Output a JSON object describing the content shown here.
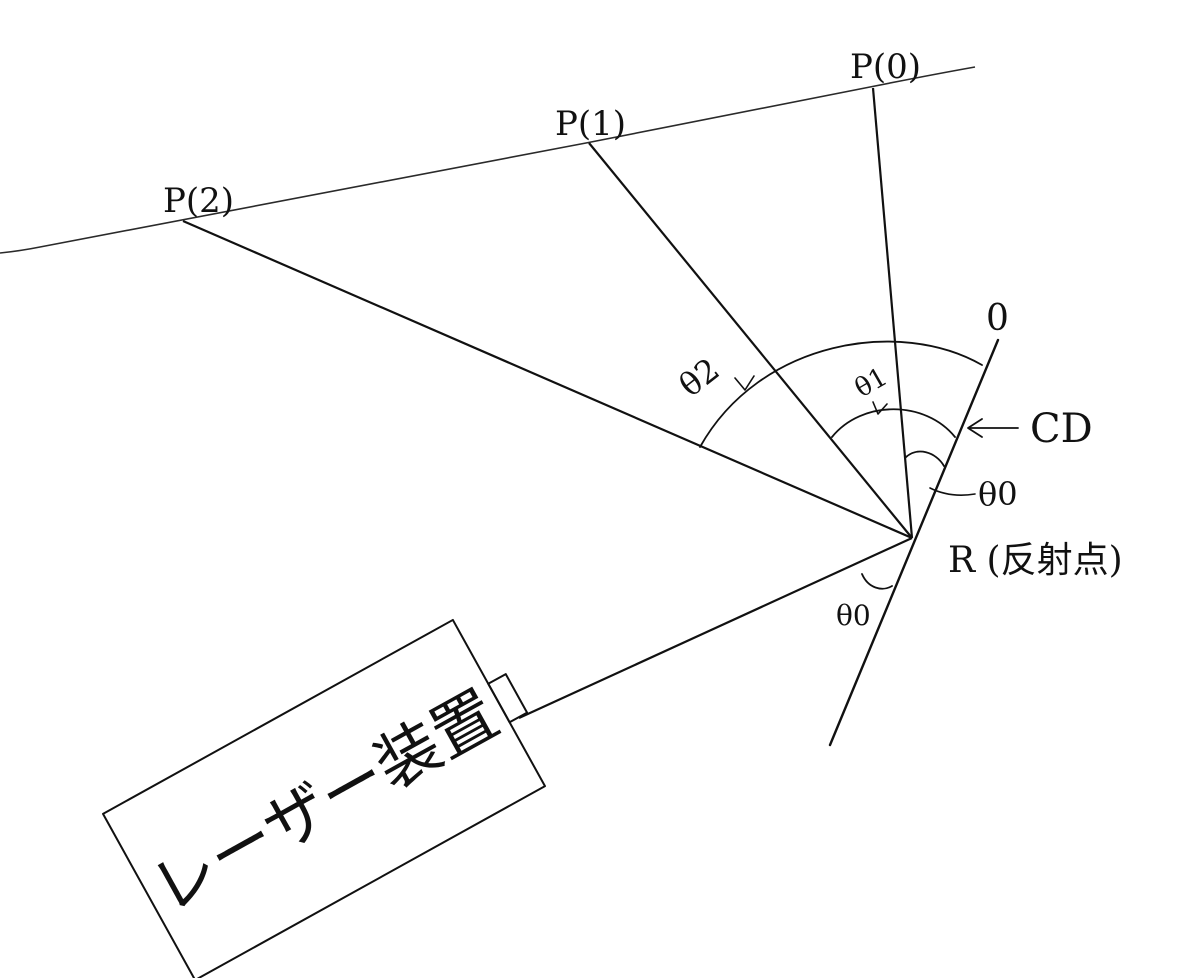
{
  "labels": {
    "p0": "P(0)",
    "p1": "P(1)",
    "p2": "P(2)",
    "theta0_upper": "θ0",
    "theta0_lower": "θ0",
    "theta1": "θ1",
    "theta2": "θ2",
    "cd": "CD",
    "zero": "0",
    "reflection_point": "R (反射点)",
    "laser_device": "レーザー装置"
  },
  "colors": {
    "ink": "#111111",
    "paper": "#ffffff"
  }
}
